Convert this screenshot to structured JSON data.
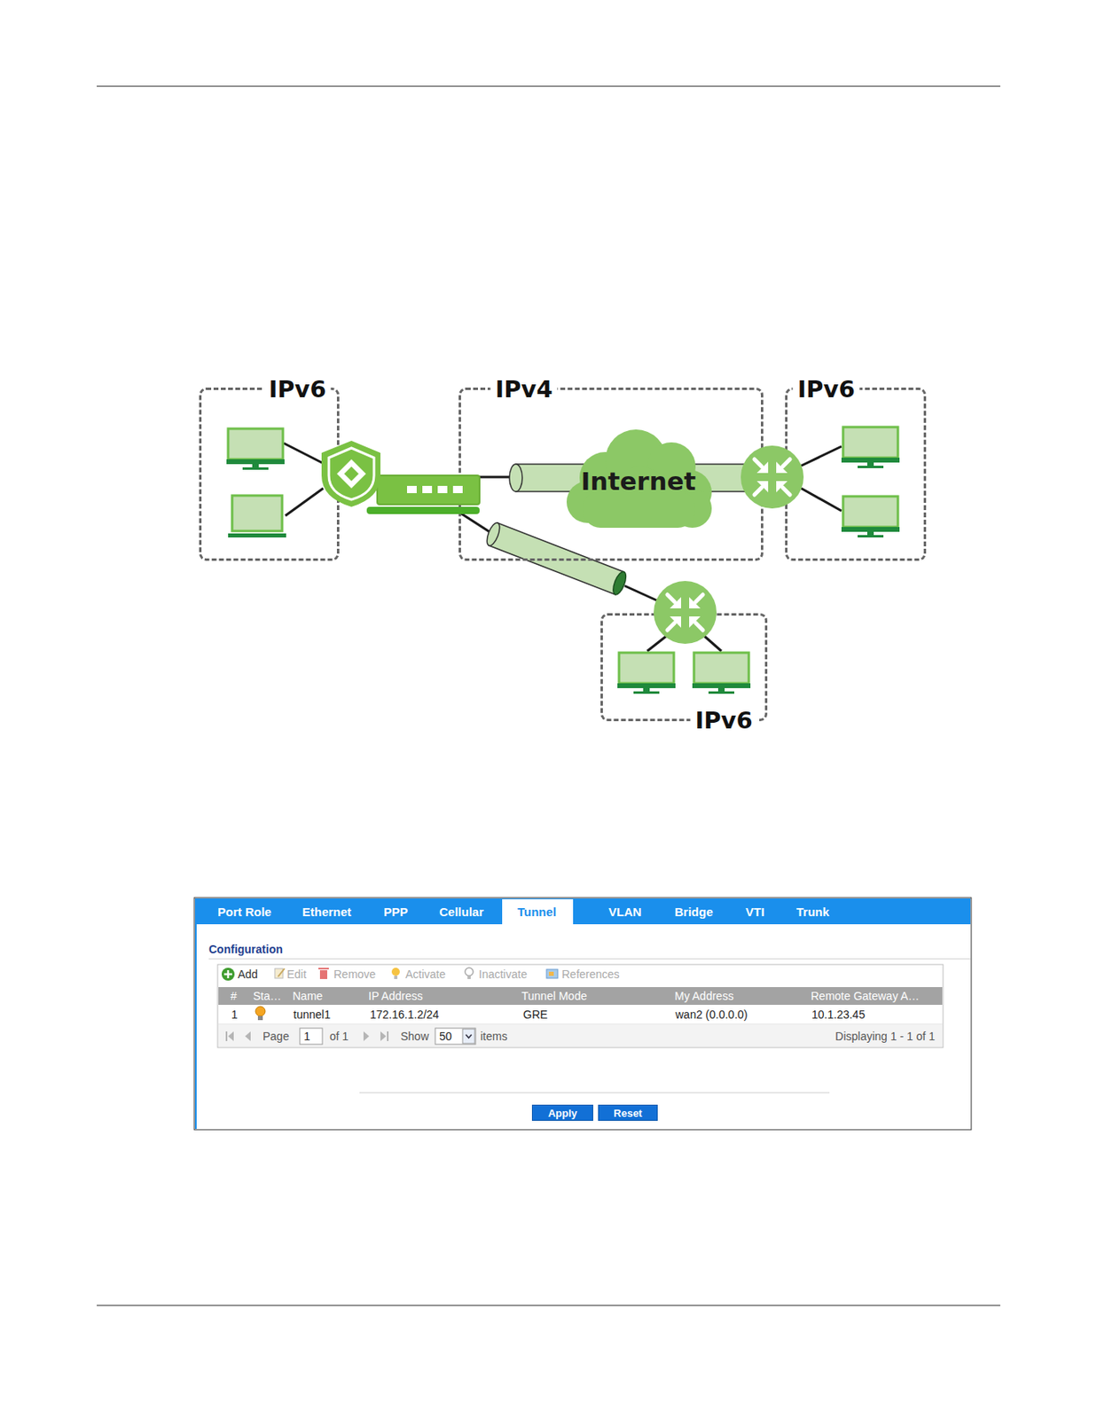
{
  "diagram": {
    "nodes": [
      {
        "text": [
          "IPv6"
        ]
      },
      {
        "text": [
          "IPv4"
        ]
      },
      {
        "text": [
          "Internet"
        ],
        "in": 1
      },
      {
        "text": [
          "IPv6"
        ]
      },
      {
        "text": [
          "IPv6"
        ]
      },
      {
        "text": [
          "Apply"
        ]
      },
      {
        "text": [
          "Reset"
        ]
      }
    ],
    "labels": [
      "Port Role",
      "Ethernet",
      "PPP",
      "Cellular",
      "Tunnel",
      "VLAN",
      "Bridge",
      "VTI",
      "Trunk",
      "Configuration",
      "Add",
      "Edit",
      "Remove",
      "Activate",
      "Inactivate",
      "References",
      "#",
      "Sta…",
      "Name",
      "IP Address",
      "Tunnel Mode",
      "My Address",
      "Remote Gateway A…",
      "1",
      "tunnel1",
      "172.16.1.2/24",
      "GRE",
      "wan2 (0.0.0.0)",
      "10.1.23.45",
      "Page",
      "1",
      "of 1",
      "Show",
      "50",
      "items",
      "Displaying 1 - 1 of 1"
    ]
  }
}
